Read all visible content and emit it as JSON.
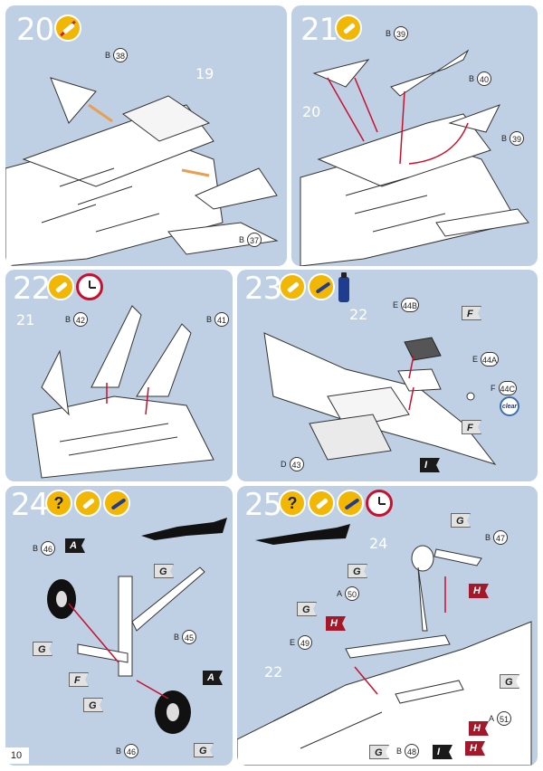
{
  "page_number": "10",
  "steps": [
    {
      "number": "20",
      "icons": [
        "no-glue"
      ],
      "assembly_ref": "19",
      "parts": [
        {
          "prefix": "B",
          "num": "38"
        },
        {
          "prefix": "B",
          "num": "37"
        }
      ]
    },
    {
      "number": "21",
      "icons": [
        "glue"
      ],
      "assembly_ref": "20",
      "parts": [
        {
          "prefix": "B",
          "num": "39"
        },
        {
          "prefix": "B",
          "num": "40"
        },
        {
          "prefix": "B",
          "num": "39"
        }
      ]
    },
    {
      "number": "22",
      "icons": [
        "glue",
        "clock"
      ],
      "assembly_ref": "21",
      "parts": [
        {
          "prefix": "B",
          "num": "42"
        },
        {
          "prefix": "B",
          "num": "41"
        }
      ]
    },
    {
      "number": "23",
      "icons": [
        "glue",
        "paint",
        "paint-bottle"
      ],
      "assembly_ref": "22",
      "parts": [
        {
          "prefix": "E",
          "num": "44B"
        },
        {
          "prefix": "E",
          "num": "44A"
        },
        {
          "prefix": "F",
          "num": "44C"
        },
        {
          "prefix": "D",
          "num": "43"
        }
      ],
      "color_codes": [
        "F",
        "F",
        "I"
      ],
      "clear_label": "clear"
    },
    {
      "number": "24",
      "icons": [
        "question",
        "glue",
        "paint"
      ],
      "parts": [
        {
          "prefix": "B",
          "num": "46"
        },
        {
          "prefix": "B",
          "num": "45"
        },
        {
          "prefix": "B",
          "num": "46"
        }
      ],
      "color_codes": [
        "A",
        "G",
        "G",
        "F",
        "G",
        "A",
        "G"
      ]
    },
    {
      "number": "25",
      "icons": [
        "question",
        "glue",
        "paint",
        "clock"
      ],
      "assembly_refs": [
        "24",
        "22"
      ],
      "parts": [
        {
          "prefix": "B",
          "num": "47"
        },
        {
          "prefix": "A",
          "num": "50"
        },
        {
          "prefix": "E",
          "num": "49"
        },
        {
          "prefix": "A",
          "num": "51"
        },
        {
          "prefix": "B",
          "num": "48"
        }
      ],
      "color_codes": [
        "G",
        "G",
        "H",
        "G",
        "H",
        "G",
        "H",
        "G",
        "I",
        "H"
      ]
    }
  ]
}
